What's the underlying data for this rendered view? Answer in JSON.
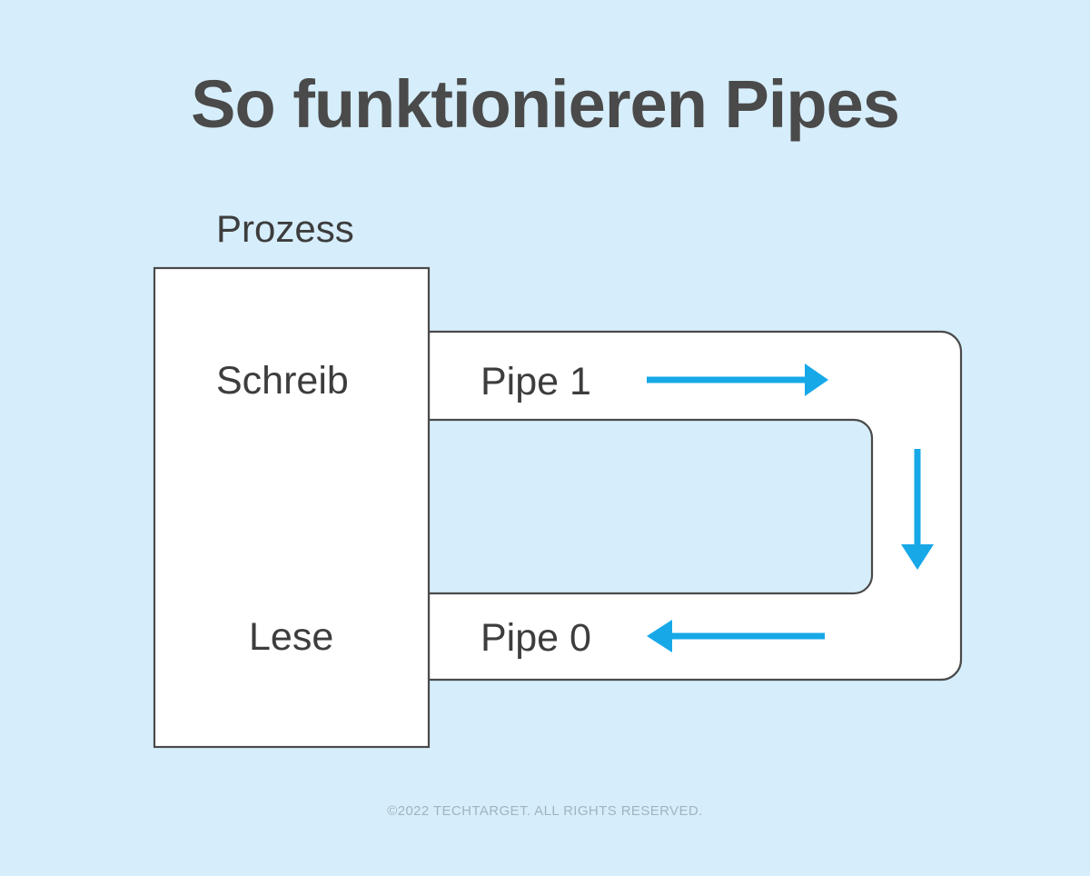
{
  "title": "So funktionieren Pipes",
  "diagram": {
    "process_label": "Prozess",
    "write_label": "Schreib",
    "read_label": "Lese",
    "pipe1_label": "Pipe 1",
    "pipe0_label": "Pipe 0",
    "arrow_right_name": "arrow-right-icon",
    "arrow_down_name": "arrow-down-icon",
    "arrow_left_name": "arrow-left-icon"
  },
  "footer": "©2022 TECHTARGET. ALL RIGHTS RESERVED.",
  "colors": {
    "background": "#d6eefb",
    "shape_fill": "#ffffff",
    "shape_stroke": "#4a4a4a",
    "arrow": "#17a8e8",
    "text": "#3d3d3d",
    "title": "#4a4a4a",
    "footer_text": "#9fb4bf"
  }
}
